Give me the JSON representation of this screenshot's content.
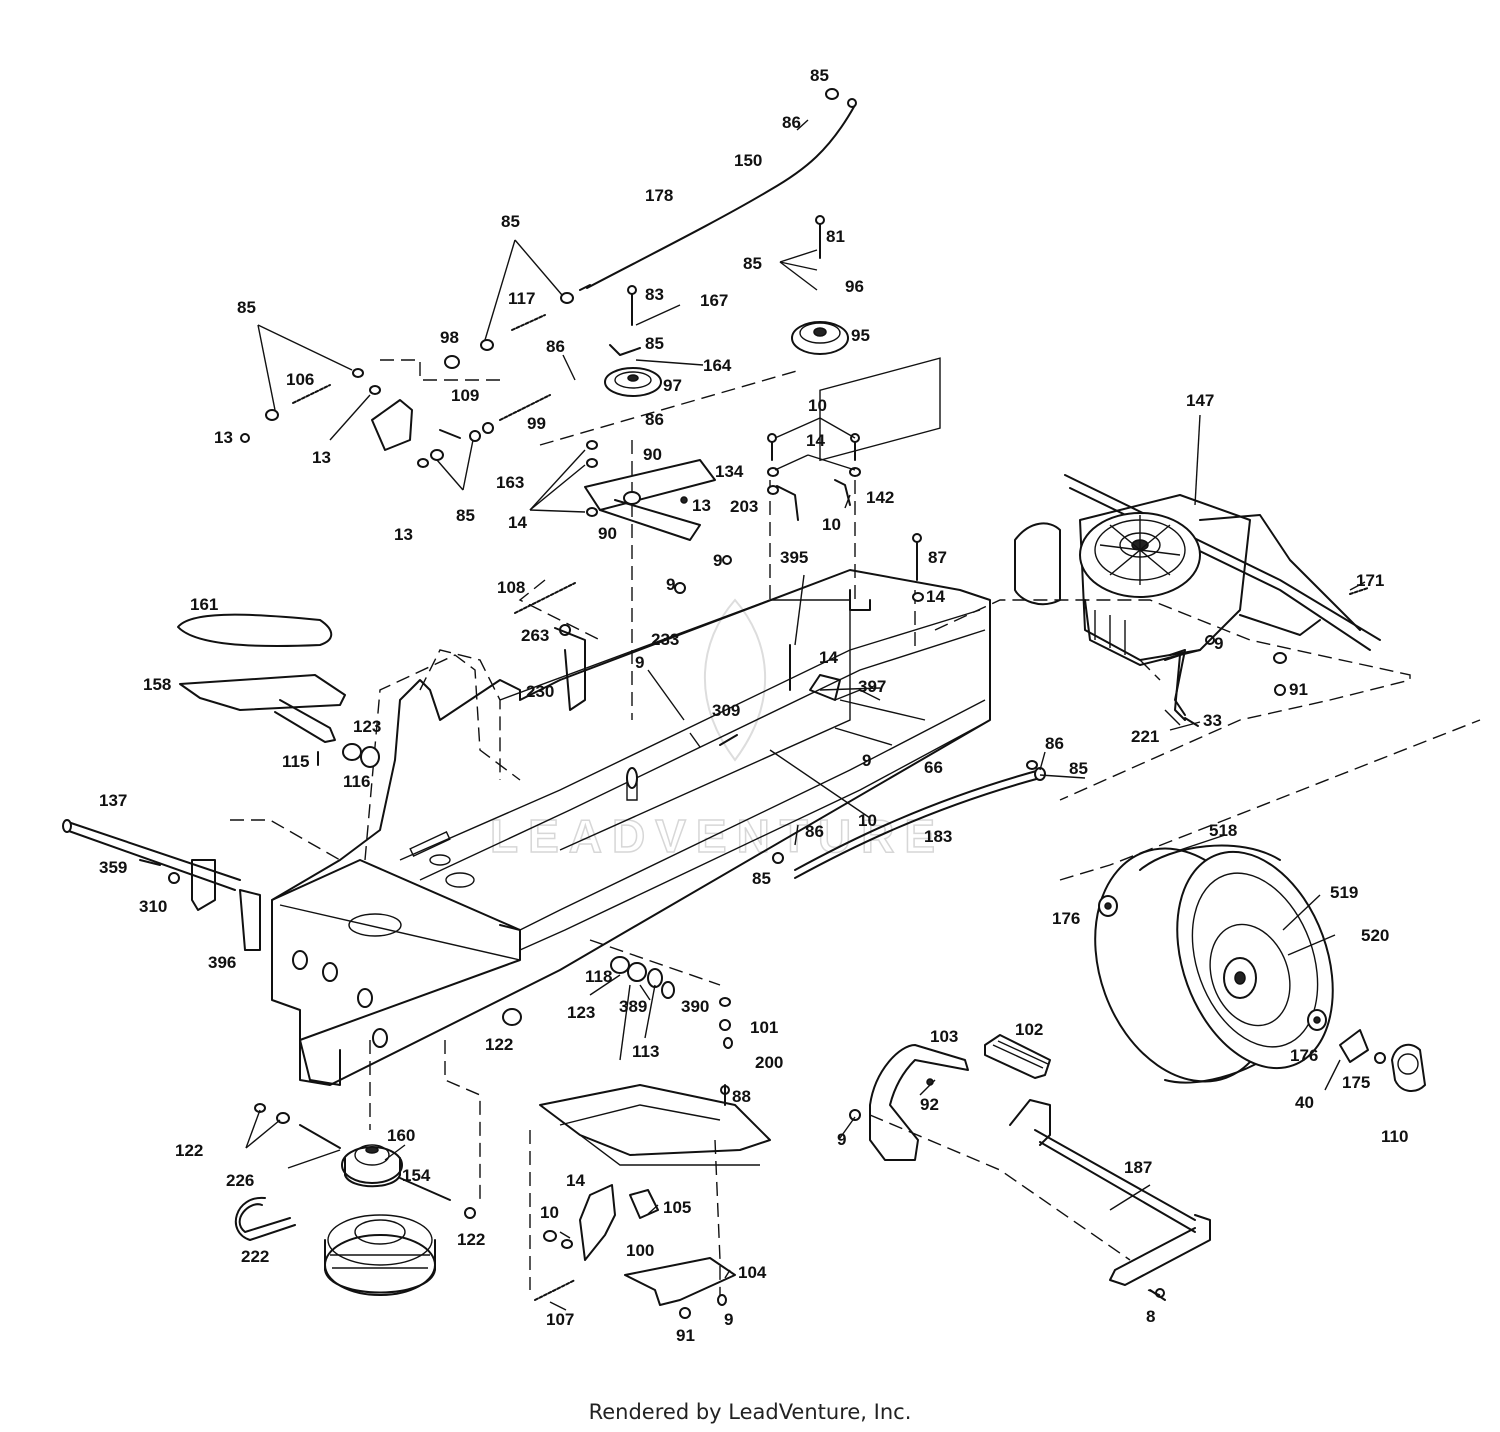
{
  "watermark": "LEADVENTURE",
  "footer": "Rendered by LeadVenture, Inc.",
  "callouts": [
    "85",
    "86",
    "150",
    "178",
    "81",
    "85",
    "96",
    "95",
    "85",
    "117",
    "83",
    "167",
    "98",
    "85",
    "164",
    "85",
    "106",
    "86",
    "97",
    "109",
    "99",
    "86",
    "13",
    "13",
    "163",
    "90",
    "134",
    "13",
    "10",
    "14",
    "142",
    "203",
    "14",
    "85",
    "13",
    "90",
    "10",
    "9",
    "395",
    "87",
    "147",
    "171",
    "108",
    "9",
    "263",
    "233",
    "14",
    "9",
    "14",
    "161",
    "230",
    "397",
    "9",
    "91",
    "158",
    "309",
    "123",
    "221",
    "33",
    "115",
    "116",
    "86",
    "137",
    "9",
    "66",
    "85",
    "10",
    "86",
    "183",
    "518",
    "85",
    "359",
    "310",
    "176",
    "519",
    "396",
    "520",
    "118",
    "123",
    "389",
    "390",
    "101",
    "122",
    "113",
    "200",
    "103",
    "102",
    "176",
    "88",
    "92",
    "175",
    "40",
    "122",
    "160",
    "9",
    "110",
    "226",
    "154",
    "187",
    "14",
    "105",
    "10",
    "122",
    "222",
    "100",
    "104",
    "107",
    "91",
    "9",
    "8"
  ]
}
